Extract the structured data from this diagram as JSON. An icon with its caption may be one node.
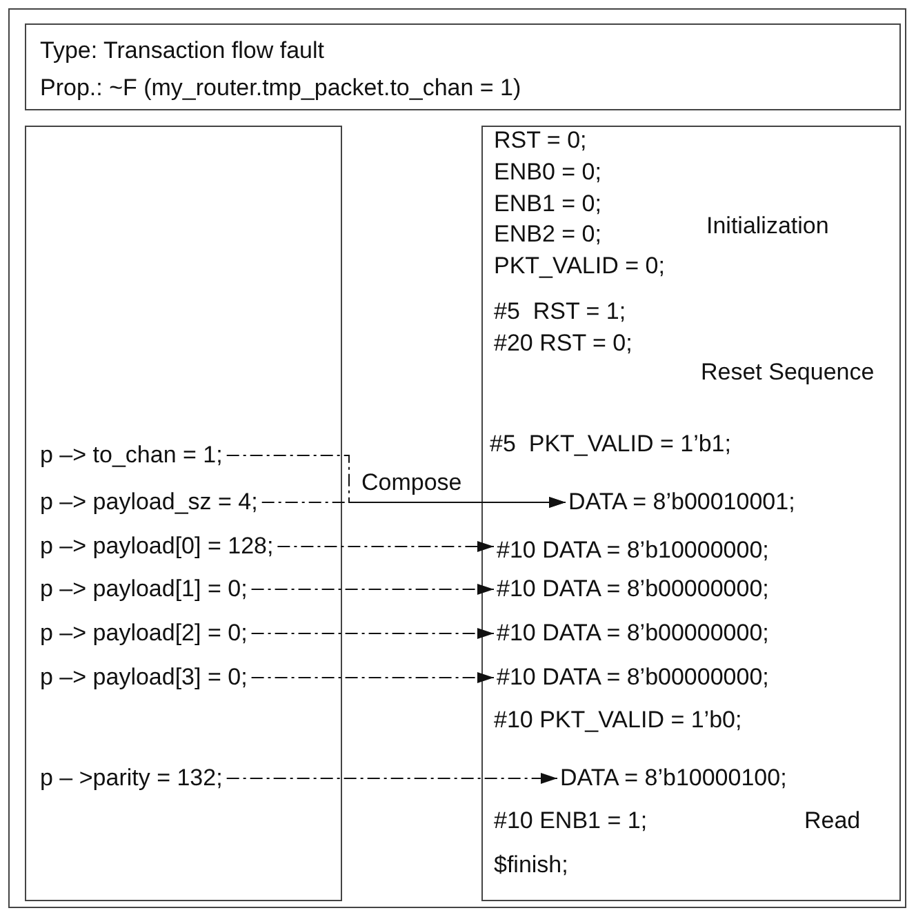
{
  "diagram": {
    "nodes": [
      {
        "text": [],
        "shape": "box"
      },
      {
        "text": [
          "Type: Transaction flow fault",
          "Prop.: ~F (my_router.tmp_packet.to_chan = 1)"
        ],
        "in": 0
      },
      {
        "text": [],
        "shape": "box",
        "in": 0
      },
      {
        "text": [
          "p –> to_chan = 1;"
        ],
        "in": 2
      },
      {
        "text": [
          "p –> payload_sz = 4;"
        ],
        "in": 2
      },
      {
        "text": [
          "p –> payload[0] = 128;"
        ],
        "in": 2
      },
      {
        "text": [
          "p –> payload[1] = 0;"
        ],
        "in": 2
      },
      {
        "text": [
          "p –> payload[2] = 0;"
        ],
        "in": 2
      },
      {
        "text": [
          "p –> payload[3] = 0;"
        ],
        "in": 2
      },
      {
        "text": [
          "p – >parity = 132;"
        ],
        "in": 2
      },
      {
        "text": [],
        "shape": "box",
        "in": 0
      },
      {
        "text": [
          "DATA = 8’b00010001;"
        ],
        "in": 10
      },
      {
        "text": [
          "#10 DATA = 8’b10000000;"
        ],
        "in": 10
      },
      {
        "text": [
          "#10 DATA = 8’b00000000;"
        ],
        "in": 10
      },
      {
        "text": [
          "#10 DATA = 8’b00000000;"
        ],
        "in": 10
      },
      {
        "text": [
          "#10 DATA = 8’b00000000;"
        ],
        "in": 10
      },
      {
        "text": [
          "DATA = 8’b10000100;"
        ],
        "in": 10
      }
    ],
    "edges": [
      {
        "from": 3,
        "to": 11,
        "arrow": "to",
        "style": "dashed"
      },
      {
        "from": 4,
        "to": 11,
        "arrow": "to",
        "style": "dashed"
      },
      {
        "from": 5,
        "to": 12,
        "arrow": "to",
        "style": "dashed"
      },
      {
        "from": 6,
        "to": 13,
        "arrow": "to",
        "style": "dashed"
      },
      {
        "from": 7,
        "to": 14,
        "arrow": "to",
        "style": "dashed"
      },
      {
        "from": 8,
        "to": 15,
        "arrow": "to",
        "style": "dashed"
      },
      {
        "from": 9,
        "to": 16,
        "arrow": "to",
        "style": "dashed"
      }
    ],
    "labels": [
      "RST = 0;",
      "ENB0 = 0;",
      "ENB1 = 0;",
      "Initialization",
      "ENB2 = 0;",
      "PKT_VALID = 0;",
      "#5  RST = 1;",
      "#20 RST = 0;",
      "Reset Sequence",
      "#5  PKT_VALID = 1’b1;",
      "Compose",
      "#10 PKT_VALID = 1’b0;",
      "#10 ENB1 = 1;",
      "Read",
      "$finish;"
    ]
  }
}
